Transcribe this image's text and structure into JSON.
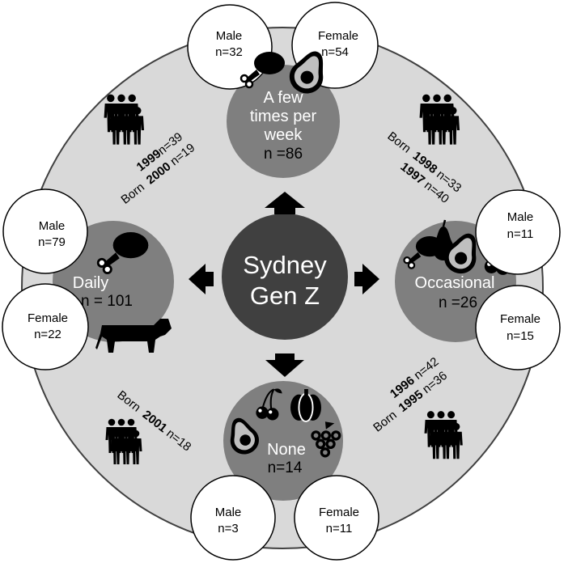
{
  "hub": {
    "line1": "Sydney",
    "line2": "Gen Z"
  },
  "categories": {
    "few": {
      "label_lines": [
        "A few",
        "times per",
        "week"
      ],
      "n": "n =86",
      "male": {
        "label": "Male",
        "n": "n=32"
      },
      "female": {
        "label": "Female",
        "n": "n=54"
      },
      "icons": [
        "chicken-leg-icon",
        "avocado-icon"
      ]
    },
    "daily": {
      "label": "Daily",
      "n": "n = 101",
      "male": {
        "label": "Male",
        "n": "n=79"
      },
      "female": {
        "label": "Female",
        "n": "n=22"
      },
      "icons": [
        "chicken-leg-icon",
        "cow-icon"
      ]
    },
    "occasional": {
      "label": "Occasional",
      "n": "n =26",
      "male": {
        "label": "Male",
        "n": "n=11"
      },
      "female": {
        "label": "Female",
        "n": "n=15"
      },
      "icons": [
        "chicken-leg-icon",
        "pear-icon",
        "avocado-icon",
        "cherries-icon"
      ]
    },
    "none": {
      "label": "None",
      "n": "n=14",
      "male": {
        "label": "Male",
        "n": "n=3"
      },
      "female": {
        "label": "Female",
        "n": "n=11"
      },
      "icons": [
        "cherries-icon",
        "pumpkin-icon",
        "avocado-icon",
        "grapes-icon"
      ]
    }
  },
  "birth_years": {
    "top_left": {
      "born": "Born",
      "rows": [
        {
          "year": "1999",
          "n": "n=39"
        },
        {
          "year": "2000",
          "n": "n=19"
        }
      ]
    },
    "top_right": {
      "born": "Born",
      "rows": [
        {
          "year": "1998",
          "n": "n=33"
        },
        {
          "year": "1997",
          "n": "n=40"
        }
      ]
    },
    "bottom_left": {
      "born": "Born",
      "rows": [
        {
          "year": "2001",
          "n": "n=18"
        }
      ]
    },
    "bottom_right": {
      "born": "Born",
      "rows": [
        {
          "year": "1996",
          "n": "n=42"
        },
        {
          "year": "1995",
          "n": "n=36"
        }
      ]
    }
  },
  "colors": {
    "outer_ring": "#d9d9d9",
    "category_circle": "#7f7f7f",
    "hub": "#404040",
    "arrow": "#000000",
    "bubble": "#ffffff"
  }
}
